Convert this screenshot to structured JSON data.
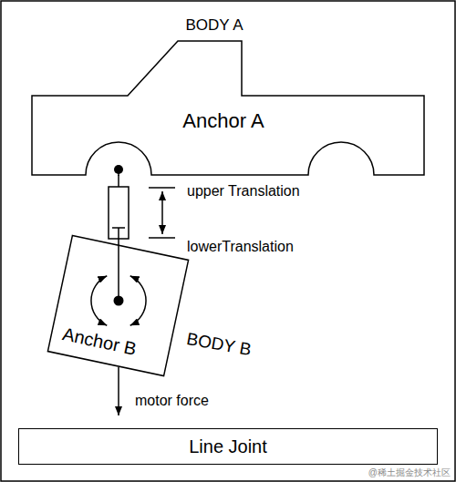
{
  "diagram": {
    "nodes": [
      {
        "text": [
          "BODY A",
          "Anchor A"
        ]
      },
      {
        "text": [
          "Anchor B",
          "BODY B"
        ]
      },
      {
        "text": [
          "Line Joint"
        ]
      }
    ],
    "edges": [
      {
        "from": 0,
        "to": 1,
        "arrow": "none"
      }
    ],
    "labels": [
      "upper Translation",
      "lowerTranslation",
      "motor force",
      "@稀土掘金技术社区"
    ]
  }
}
